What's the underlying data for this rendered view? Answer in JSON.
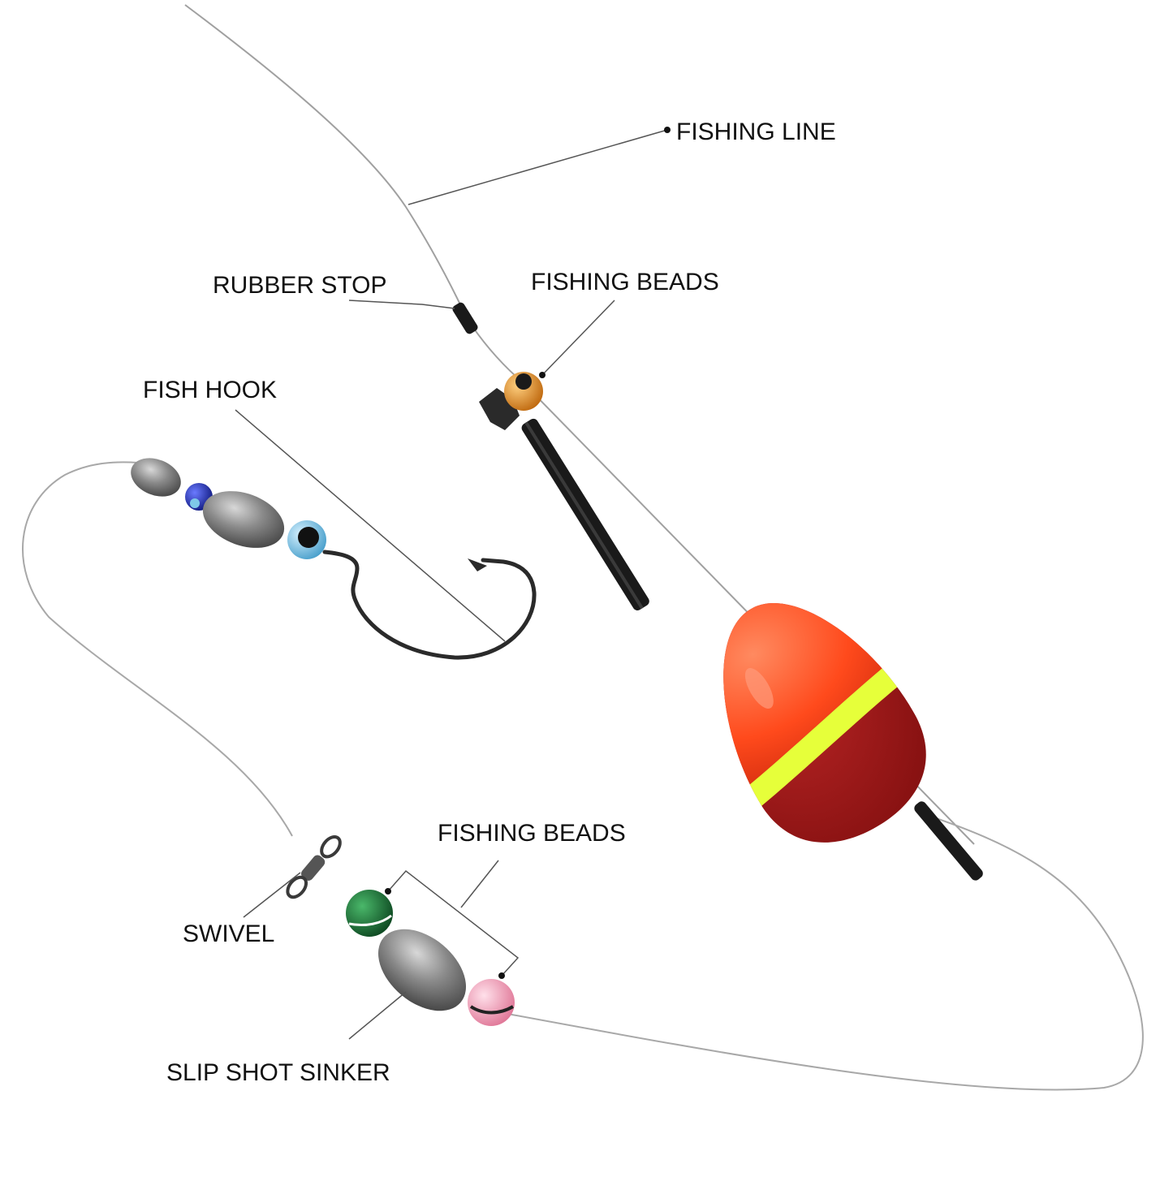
{
  "labels": {
    "fishing_line": "FISHING LINE",
    "rubber_stop": "RUBBER STOP",
    "fishing_beads_top": "FISHING BEADS",
    "fish_hook": "FISH HOOK",
    "fishing_beads_bottom": "FISHING BEADS",
    "swivel": "SWIVEL",
    "slip_shot_sinker": "SLIP SHOT SINKER"
  },
  "colors": {
    "background": "#ffffff",
    "label_text": "#111111",
    "leader_line": "#555555",
    "fishing_line": "#9a9a9a",
    "float_top": "#ff4a1c",
    "float_band": "#e6ff3a",
    "float_bottom": "#9b1414",
    "float_stem": "#1a1a1a",
    "sinker": "#7a7a7a",
    "bead_orange": "#e8962a",
    "bead_blue": "#2233aa",
    "bead_light_blue": "#7ec8e8",
    "bead_green": "#1f7a3a",
    "bead_pink": "#f2a0b8",
    "hook": "#2a2a2a"
  }
}
